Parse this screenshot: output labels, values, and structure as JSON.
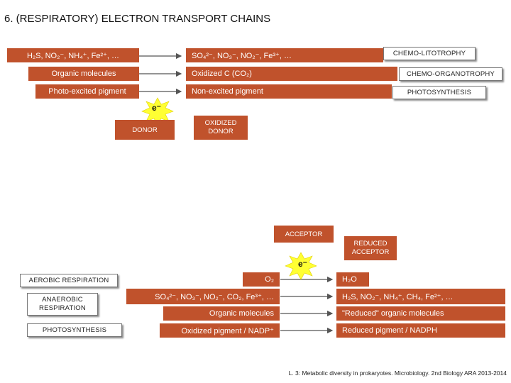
{
  "title": "6. (RESPIRATORY) ELECTRON TRANSPORT CHAINS",
  "top_rows": [
    {
      "donor": "H₂S, NO₂⁻, NH₄⁺, Fe²⁺, …",
      "product": "SO₄²⁻, NO₃⁻, NO₂⁻, Fe³⁺, …",
      "label": "CHEMO-LITOTROPHY"
    },
    {
      "donor": "Organic molecules",
      "product": "Oxidized C (CO₂)",
      "label": "CHEMO-ORGANOTROPHY"
    },
    {
      "donor": "Photo-excited pigment",
      "product": "Non-excited pigment",
      "label": "PHOTOSYNTHESIS"
    }
  ],
  "electron_top": "e⁻",
  "electron_bottom": "e⁻",
  "donor": "DONOR",
  "oxidized_donor": "OXIDIZED DONOR",
  "acceptor": "ACCEPTOR",
  "reduced_acceptor": "REDUCED ACCEPTOR",
  "bottom_rows": [
    {
      "label": "AEROBIC RESPIRATION",
      "acceptor": "O₂",
      "product": "H₂O"
    },
    {
      "label": "ANAEROBIC RESPIRATION",
      "acceptor": "SO₄²⁻, NO₃⁻, NO₂⁻, CO₂, Fe³⁺, …",
      "product": "H₂S, NO₂⁻, NH₄⁺, CH₄, Fe²⁺, …"
    },
    {
      "label": "",
      "acceptor": "Organic molecules",
      "product": "\"Reduced\" organic molecules"
    },
    {
      "label": "PHOTOSYNTHESIS",
      "acceptor": "Oxidized pigment / NADP⁺",
      "product": "Reduced pigment / NADPH"
    }
  ],
  "footer": "L. 3: Metabolic diversity in prokaryotes.  Microbiology. 2nd Biology ARA  2013-2014",
  "colors": {
    "accent": "#c0522c",
    "star": "#ffff33",
    "arrow": "#555555"
  }
}
